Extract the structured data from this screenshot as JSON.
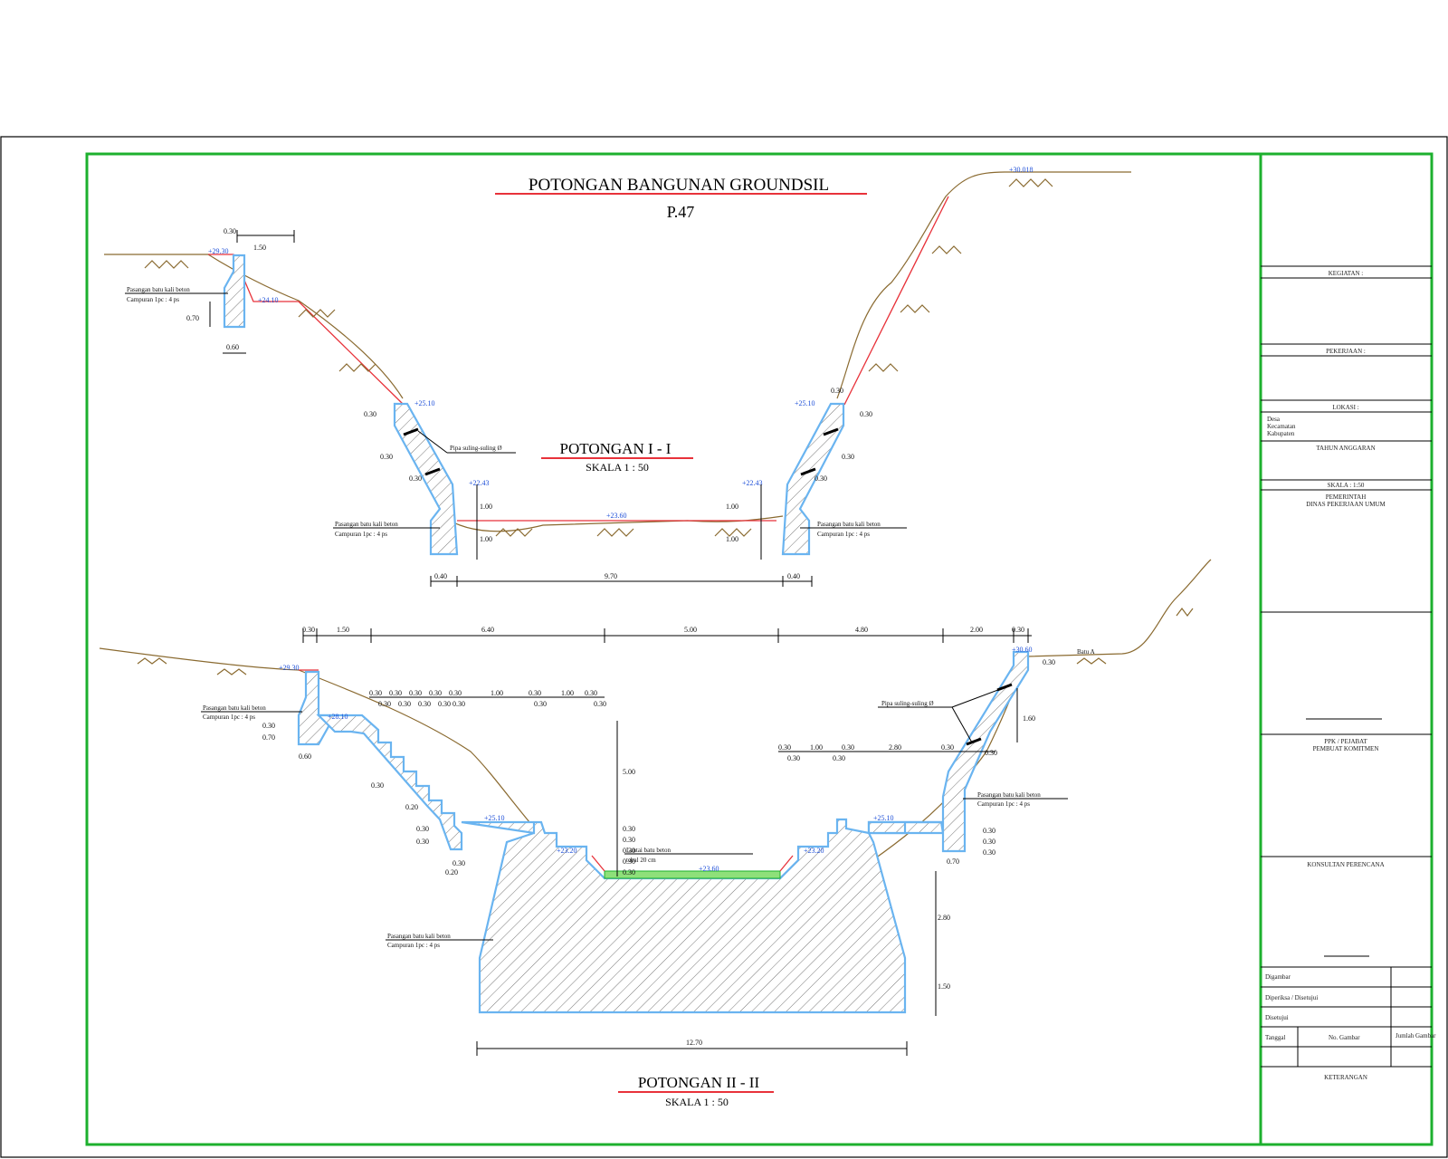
{
  "drawing": {
    "main_title": "POTONGAN BANGUNAN GROUNDSIL",
    "code": "P.47",
    "section1": {
      "title": "POTONGAN  I - I",
      "scale": "SKALA 1 : 50"
    },
    "section2": {
      "title": "POTONGAN  II - II",
      "scale": "SKALA 1 : 50"
    }
  },
  "levels": {
    "top_right": "+30.018",
    "s1_left_top": "+29.30",
    "s1_left_step": "+24.10",
    "s1_left_mid": "+25.10",
    "s1_right_mid": "+25.10",
    "s1_left_low": "+22.43",
    "s1_right_low": "+22.43",
    "s1_bed": "+23.60",
    "s2_left_top": "+29.30",
    "s2_left_step": "+28.10",
    "s2_left_mid": "+25.10",
    "s2_right_mid": "+25.10",
    "s2_left_low": "+23.20",
    "s2_right_low": "+23.20",
    "s2_bed": "+23.60",
    "s2_right_top": "+30.60"
  },
  "dimensions": {
    "s1_top": [
      "0.30",
      "1.50"
    ],
    "s1_left_wall": [
      "0.70",
      "0.60"
    ],
    "s1_slope_left": [
      "0.30",
      "0.30",
      "0.30"
    ],
    "s1_slope_right": [
      "0.30",
      "0.30",
      "0.30",
      "0.30"
    ],
    "s1_heights": [
      "1.00",
      "1.00",
      "1.00",
      "1.00"
    ],
    "s1_bottom": [
      "0.40",
      "9.70",
      "0.40"
    ],
    "s2_top": [
      "0.30",
      "1.50",
      "6.40",
      "5.00",
      "4.80",
      "2.00",
      "0.30"
    ],
    "s2_steps_top": [
      "0.30",
      "0.30",
      "0.30",
      "0.30",
      "0.30",
      "1.00",
      "0.30",
      "1.00",
      "0.30"
    ],
    "s2_steps_bottom": [
      "0.30",
      "0.30",
      "0.30",
      "0.30",
      "0.30",
      "0.30",
      "0.30"
    ],
    "s2_left_wall": [
      "0.30",
      "0.70",
      "0.60",
      "0.30",
      "0.20",
      "0.30",
      "0.30",
      "0.30",
      "0.20"
    ],
    "s2_center_height": "5.00",
    "s2_center_stack": [
      "0.30",
      "0.30",
      "0.30",
      "0.30",
      "0.30"
    ],
    "s2_right_steps": [
      "0.30",
      "1.00",
      "0.30",
      "2.80",
      "0.30"
    ],
    "s2_right_steps_bottom": [
      "0.30",
      "0.30",
      "0.30"
    ],
    "s2_right_wall": [
      "0.30",
      "1.60",
      "0.30",
      "0.30",
      "0.30",
      "0.70"
    ],
    "s2_found_height": [
      "2.80",
      "1.50"
    ],
    "s2_found_width": "12.70"
  },
  "notes": {
    "masonry": "Pasangan batu kali beton",
    "masonry_mix": "Campuran 1pc : 4 ps",
    "pipe": "Pipa suling-suling Ø",
    "floor_layer": "Lantai batu beton",
    "floor_thickness": "tebal 20 cm",
    "right_label": "Batu A"
  },
  "title_block": {
    "kegiatan": "KEGIATAN :",
    "pekerjaan": "PEKERJAAN :",
    "lokasi": "LOKASI :",
    "lokasi_lines": [
      "Desa",
      "Kecamatan",
      "Kabupaten"
    ],
    "lokasi_sub": "TAHUN ANGGARAN",
    "skala": "SKALA :    1:50",
    "dinas": [
      "PEMERINTAH",
      "DINAS PEKERJAAN UMUM"
    ],
    "mengetahui": [
      "PPK / PEJABAT",
      "PEMBUAT KOMITMEN"
    ],
    "konsultan": "KONSULTAN PERENCANA",
    "rows": [
      "Digambar",
      "Diperiksa / Disetujui",
      "Disetujui"
    ],
    "tanggal": "Tanggal",
    "no_gambar": "No. Gambar",
    "jumlah": "Jumlah Gambar",
    "footer": "KETERANGAN"
  },
  "colors": {
    "frame": "#1db02e",
    "concrete_edge": "#6ab4f0",
    "ground": "#8a6a30",
    "red_line": "#e8323a",
    "level_text": "#1e4fd8",
    "floor": "#8ee07a"
  }
}
